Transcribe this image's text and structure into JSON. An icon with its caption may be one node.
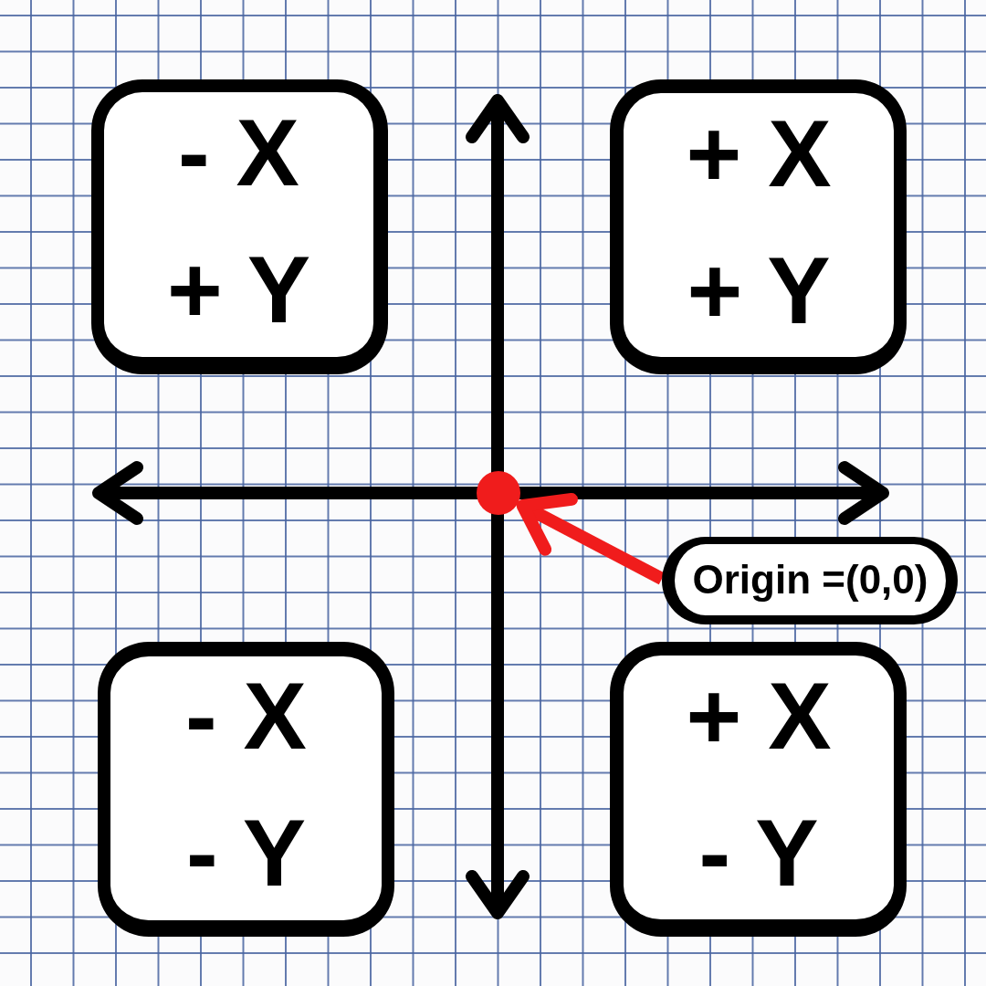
{
  "diagram": {
    "nodes": [
      {
        "text": [
          "- X",
          "+ Y"
        ]
      },
      {
        "text": [
          "+ X",
          "+ Y"
        ]
      },
      {
        "text": [],
        "shape": "circle"
      },
      {
        "text": [
          "Origin =(0,0)"
        ]
      },
      {
        "text": [
          "- X",
          "- Y"
        ]
      },
      {
        "text": [
          "+ X",
          "- Y"
        ]
      }
    ],
    "edges": [
      {
        "from": 3,
        "to": 2,
        "arrow": "to",
        "color": "#f01c1c"
      }
    ]
  }
}
